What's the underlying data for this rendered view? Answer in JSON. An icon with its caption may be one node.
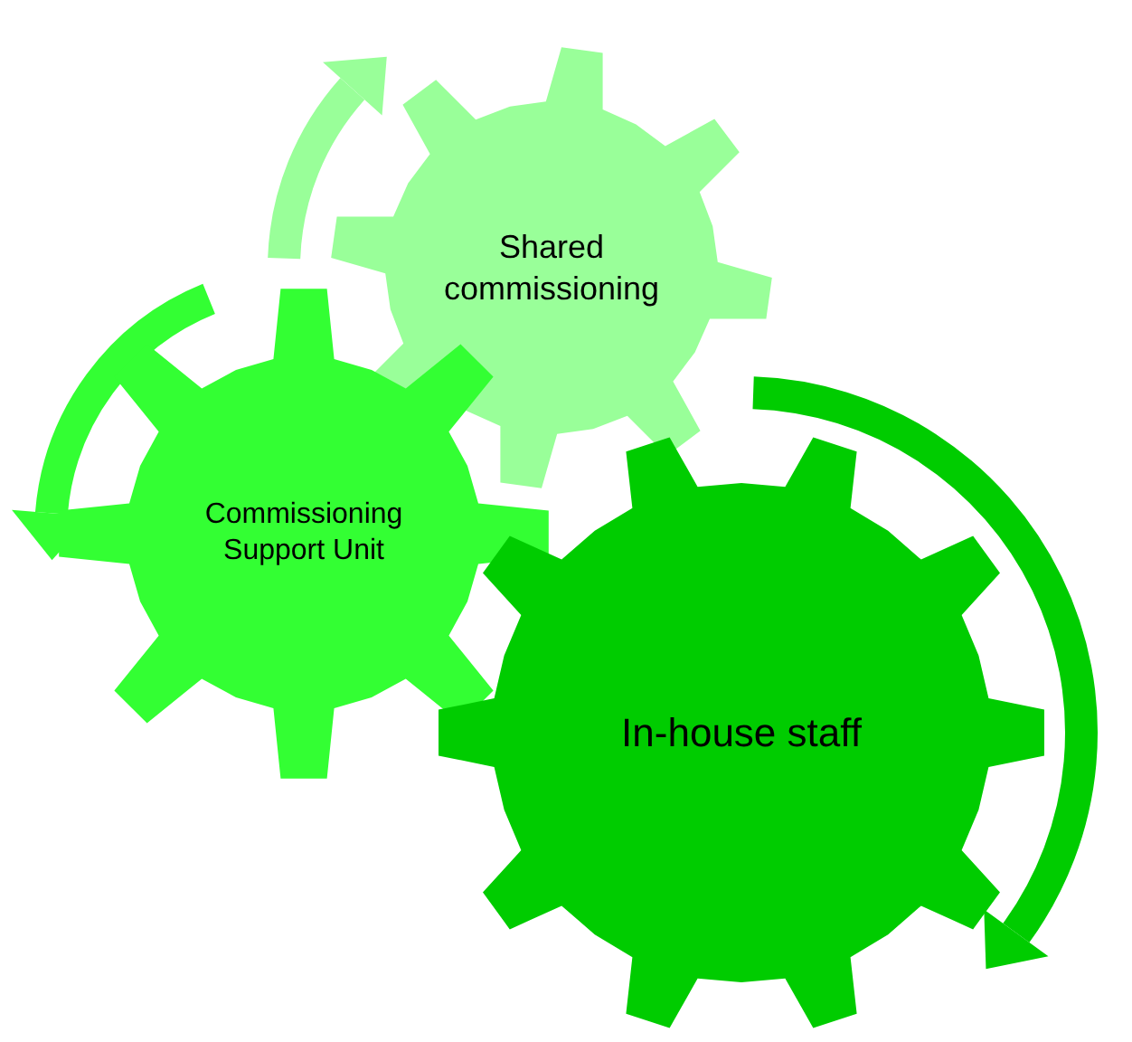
{
  "diagram": {
    "nodes": [
      {
        "text": [
          "Shared commissioning"
        ]
      },
      {
        "text": [
          "Commissioning Support Unit"
        ]
      },
      {
        "text": [
          "In-house staff"
        ]
      }
    ]
  }
}
